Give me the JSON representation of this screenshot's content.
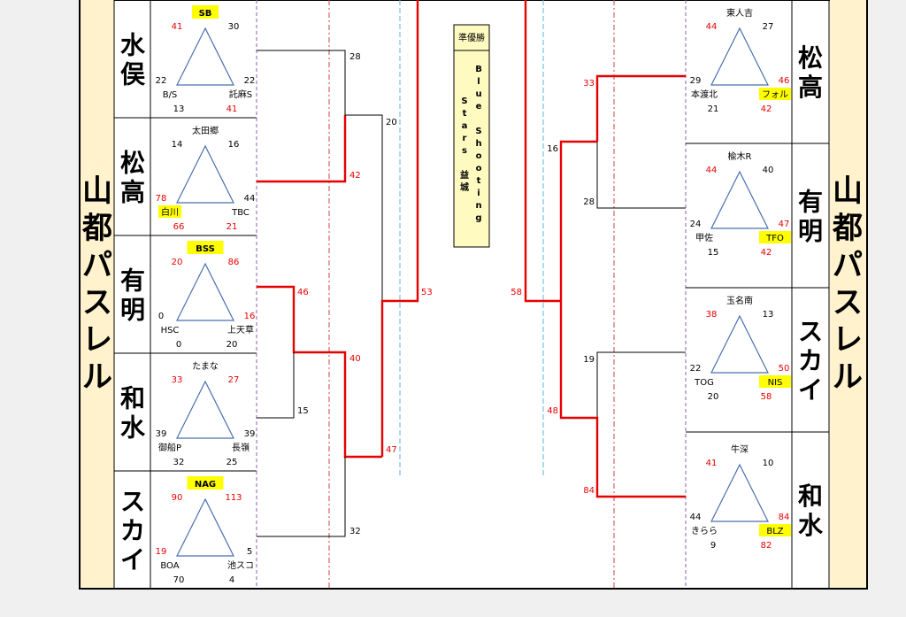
{
  "regions": {
    "left": {
      "region": "山都パスレル",
      "prefs": [
        "水俣",
        "松高",
        "有明",
        "和水",
        "スカイ"
      ]
    },
    "right": {
      "region": "山都パスレル",
      "prefs": [
        "松高",
        "有明",
        "スカイ",
        "和水"
      ]
    }
  },
  "left_groups": [
    {
      "top_team": "SB",
      "top_team_highlight": true,
      "score_tl": "41",
      "score_tr": "30",
      "score_lb": "22",
      "score_rb": "22",
      "team_bl": "B/S",
      "team_br": "託麻S",
      "score_bottom_l": "13",
      "score_bottom_r": "41"
    },
    {
      "top_team": "太田郷",
      "top_team_highlight": false,
      "score_tl": "14",
      "score_tr": "16",
      "score_lb": "78",
      "score_rb": "44",
      "team_bl": "白川",
      "team_br": "TBC",
      "team_bl_highlight": true,
      "score_bottom_l": "66",
      "score_bottom_r": "21"
    },
    {
      "top_team": "BSS",
      "top_team_highlight": true,
      "score_tl": "20",
      "score_tr": "86",
      "score_lb": "0",
      "score_rb": "16",
      "team_bl": "HSC",
      "team_br": "上天草",
      "score_bottom_l": "0",
      "score_bottom_r": "20"
    },
    {
      "top_team": "たまな",
      "top_team_highlight": false,
      "score_tl": "33",
      "score_tr": "27",
      "score_lb": "39",
      "score_rb": "39",
      "team_bl": "御船P",
      "team_br": "長嶺",
      "score_bottom_l": "32",
      "score_bottom_r": "25"
    },
    {
      "top_team": "NAG",
      "top_team_highlight": true,
      "score_tl": "90",
      "score_tr": "113",
      "score_lb": "19",
      "score_rb": "5",
      "team_bl": "BOA",
      "team_br": "池スコ",
      "score_bottom_l": "70",
      "score_bottom_r": "4"
    }
  ],
  "right_groups": [
    {
      "top_team": "東人吉",
      "score_tl": "44",
      "score_tr": "27",
      "score_lb": "29",
      "score_rb": "46",
      "team_bl": "本渡北",
      "team_br": "フォル",
      "team_br_highlight": true,
      "score_bottom_l": "21",
      "score_bottom_r": "42"
    },
    {
      "top_team": "楡木R",
      "score_tl": "44",
      "score_tr": "40",
      "score_lb": "24",
      "score_rb": "47",
      "team_bl": "甲佐",
      "team_br": "TFO",
      "team_br_highlight": true,
      "score_bottom_l": "15",
      "score_bottom_r": "42"
    },
    {
      "top_team": "玉名南",
      "score_tl": "38",
      "score_tr": "13",
      "score_lb": "22",
      "score_rb": "50",
      "team_bl": "TOG",
      "team_br": "NIS",
      "team_br_highlight": true,
      "score_bottom_l": "20",
      "score_bottom_r": "58"
    },
    {
      "top_team": "牛深",
      "score_tl": "41",
      "score_tr": "10",
      "score_lb": "44",
      "score_rb": "84",
      "team_bl": "きらら",
      "team_br": "BLZ",
      "team_br_highlight": true,
      "score_bottom_l": "9",
      "score_bottom_r": "82"
    }
  ],
  "bracket_scores": {
    "l_r1_a": "28",
    "l_r1_b": "42",
    "l_r1_c": "46",
    "l_r1_d": "15",
    "l_r2_a": "40",
    "l_r2_b": "32",
    "l_r3_a": "20",
    "l_r3_b": "47",
    "l_final": "53",
    "r_final": "58",
    "r_r2_a": "33",
    "r_r2_b": "16",
    "r_r2_c": "28",
    "r_r3_a": "19",
    "r_r3_b": "48",
    "r_r3_c": "84"
  },
  "runner_up": {
    "label": "準優勝",
    "team_line1": "Blue Shooting",
    "team_line2": "Stars 益城"
  },
  "colors": {
    "win": "#e60000",
    "score_red": "#e60000",
    "accent": "#ffff00",
    "triangle": "#4a6fb0",
    "region_bg": "#fff2cc"
  }
}
